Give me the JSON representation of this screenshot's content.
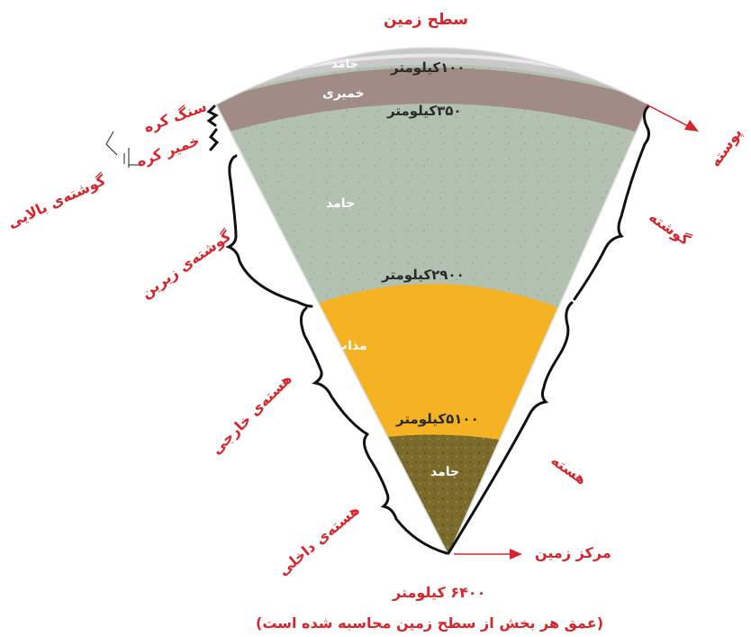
{
  "title": "سطح زمین",
  "caption": "(عمق هر بخش از سطح زمین محاسبه شده است)",
  "depths": {
    "d100": "۱۰۰کیلومتر",
    "d350": "۳۵۰کیلومتر",
    "d2900": "۲۹۰۰کیلومتر",
    "d5100": "۵۱۰۰کیلومتر",
    "d6400": "۶۴۰۰ کیلومتر"
  },
  "states": {
    "solid_top": "جامد",
    "plastic": "خمیری",
    "solid_mantle": "جامد",
    "liquid": "مذاب",
    "solid_core": "جامد"
  },
  "left_labels": {
    "lithosphere": "سنگ کره",
    "asthenosphere": "خمیر کره",
    "upper_mantle": "گوشته‌ی بالایی",
    "lower_mantle": "گوشته‌ی زیرین",
    "outer_core": "هسته‌ی خارجی",
    "inner_core": "هسته‌ی داخلی"
  },
  "right_labels": {
    "crust": "پوسته",
    "mantle": "گوشته",
    "core": "هسته",
    "center": "مرکز زمین"
  },
  "colors": {
    "accent": "#d7262b",
    "crust": "#c9c9c9",
    "lithosphere": "#a08b86",
    "mantle": "#b3c1b1",
    "outer_core": "#f5b323",
    "inner_core": "#7a6a2c"
  }
}
